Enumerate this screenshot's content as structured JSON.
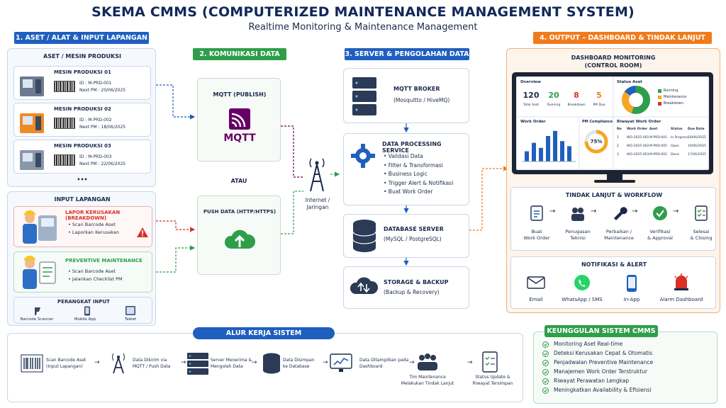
{
  "title": "SKEMA CMMS (COMPUTERIZED MAINTENANCE MANAGEMENT SYSTEM)",
  "subtitle": "Realtime Monitoring & Maintenance Management",
  "sections": {
    "s1": "1. ASET / ALAT & INPUT LAPANGAN",
    "s2": "2. KOMUNIKASI DATA",
    "s3": "3. SERVER & PENGOLAHAN DATA",
    "s4": "4. OUTPUT – DASHBOARD & TINDAK LANJUT"
  },
  "assets": {
    "header": "ASET / MESIN PRODUKSI",
    "machines": [
      {
        "name": "MESIN PRODUKSI 01",
        "id": "ID : M-PRD-001",
        "pm": "Next PM : 20/06/2025"
      },
      {
        "name": "MESIN PRODUKSI 02",
        "id": "ID : M-PRD-002",
        "pm": "Next PM : 18/06/2025"
      },
      {
        "name": "MESIN PRODUKSI 03",
        "id": "ID : M-PRD-003",
        "pm": "Next PM : 22/06/2025"
      }
    ],
    "more": "•••"
  },
  "input": {
    "header": "INPUT LAPANGAN",
    "report_title": "LAPOR KERUSAKAN",
    "report_tag": "(BREAKDOWN)",
    "report_items": [
      "• Scan Barcode Aset",
      "• Laporkan Kerusakan"
    ],
    "pm_title": "PREVENTIVE MAINTENANCE",
    "pm_items": [
      "• Scan Barcode Aset",
      "• Jalankan Checklist PM"
    ],
    "devices_header": "PERANGKAT INPUT",
    "devices": [
      "Barcode Scanner",
      "Mobile App",
      "Tablet"
    ]
  },
  "comm": {
    "mqtt_title": "MQTT (PUBLISH)",
    "mqtt_logo": "MQTT",
    "or": "ATAU",
    "push_title": "PUSH DATA (HTTP/HTTPS)",
    "internet": "Internet /\nJaringan"
  },
  "server": {
    "broker_title": "MQTT BROKER",
    "broker_sub": "(Mosquitto / HiveMQ)",
    "proc_title": "DATA PROCESSING SERVICE",
    "proc_items": [
      "• Validasi Data",
      "• Filter & Transformasi",
      "• Business Logic",
      "• Trigger Alert & Notifikasi",
      "• Buat Work Order"
    ],
    "db_title": "DATABASE SERVER",
    "db_sub": "(MySQL / PostgreSQL)",
    "storage_title": "STORAGE & BACKUP",
    "storage_sub": "(Backup & Recovery)"
  },
  "dashboard": {
    "header": "DASHBOARD MONITORING\n(CONTROL ROOM)",
    "overview": "Overview",
    "kpis": [
      {
        "value": "120",
        "label": "Total Aset",
        "color": "#1b2a4a"
      },
      {
        "value": "20",
        "label": "Running",
        "color": "#2e9e4a"
      },
      {
        "value": "8",
        "label": "Breakdown",
        "color": "#d93025"
      },
      {
        "value": "5",
        "label": "PM Due",
        "color": "#f07b1c"
      }
    ],
    "status_title": "Status Aset",
    "status_legend": [
      "Running",
      "Maintenance",
      "Breakdown"
    ],
    "wo_title": "Work Order",
    "pmc_title": "PM Compliance",
    "pmc_value": "75%",
    "pmc_fraction": 0.75,
    "wo_bars": [
      0.3,
      0.55,
      0.4,
      0.75,
      0.9,
      0.6,
      0.45
    ],
    "history_title": "Riwayat Work Order",
    "history_cols": [
      "No",
      "Work Order",
      "Aset",
      "Status",
      "Due Date"
    ],
    "history_rows": [
      [
        "1",
        "WO-2025-001",
        "M-PRD-001",
        "In Progress",
        "18/06/2025"
      ],
      [
        "2",
        "WO-2025-002",
        "M-PRD-005",
        "Open",
        "19/06/2025"
      ],
      [
        "3",
        "WO-2025-003",
        "M-PRD-002",
        "Done",
        "17/06/2025"
      ]
    ]
  },
  "workflow": {
    "header": "TINDAK LANJUT & WORKFLOW",
    "steps": [
      "Buat\nWork Order",
      "Penugasan\nTeknisi",
      "Perbaikan /\nMaintenance",
      "Verifikasi\n& Approval",
      "Selesai\n& Closing"
    ]
  },
  "notif": {
    "header": "NOTIFIKASI & ALERT",
    "items": [
      "Email",
      "WhatsApp / SMS",
      "In-App",
      "Alarm Dashboard"
    ]
  },
  "flow": {
    "header": "ALUR KERJA SISTEM",
    "steps": [
      "Scan Barcode Aset\n(Input Lapangan)",
      "Data Dikirim via\nMQTT / Push Data",
      "Server Menerima &\nMengolah Data",
      "Data Disimpan\nke Database",
      "Data Ditampilkan pada\nDashboard",
      "Tim Maintenance\nMelakukan Tindak Lanjut",
      "Status Update &\nRiwayat Tersimpan"
    ]
  },
  "advantages": {
    "header": "KEUNGGULAN SISTEM CMMS",
    "items": [
      "Monitoring Aset Real-time",
      "Deteksi Kerusakan Cepat & Otomatis",
      "Penjadwalan Preventive Maintenance",
      "Manajemen Work Order Terstruktur",
      "Riwayat Perawatan Lengkap",
      "Meningkatkan Availability & Efisiensi"
    ]
  },
  "colors": {
    "navy": "#12275a",
    "blue": "#1f5fbf",
    "green": "#2e9e4a",
    "orange": "#f07b1c",
    "red": "#d93025",
    "mqtt": "#660066"
  }
}
